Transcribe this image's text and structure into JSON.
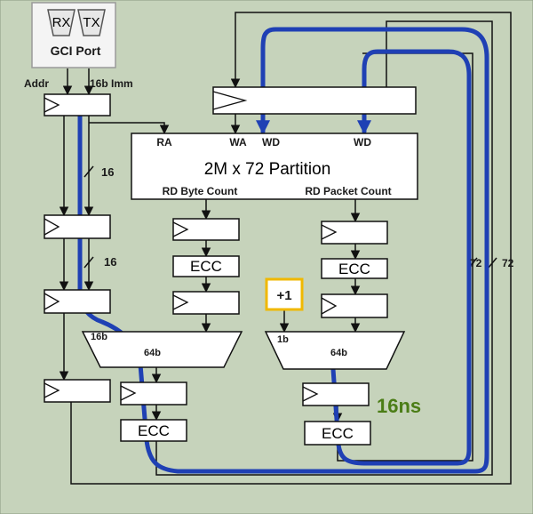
{
  "port": {
    "rx": "RX",
    "tx": "TX",
    "title": "GCI Port"
  },
  "inputs": {
    "addr": "Addr",
    "imm": "16b Imm"
  },
  "memory": {
    "title": "2M x 72 Partition",
    "ra": "RA",
    "wa": "WA",
    "wd1": "WD",
    "wd2": "WD",
    "rd_byte": "RD Byte Count",
    "rd_packet": "RD Packet Count"
  },
  "ecc": {
    "a": "ECC",
    "b": "ECC",
    "c": "ECC",
    "d": "ECC"
  },
  "increment": "+1",
  "bus_widths": {
    "w16a": "16",
    "w16b": "16",
    "w72a": "72",
    "w72b": "72",
    "w16b_mux": "16b",
    "w64b_a": "64b",
    "w1b": "1b",
    "w64b_b": "64b"
  },
  "timing": "16ns",
  "colors": {
    "background": "#c6d3bb",
    "path": "#1f40b4",
    "timing": "#4b7d16",
    "increment_border": "#f0b800"
  }
}
